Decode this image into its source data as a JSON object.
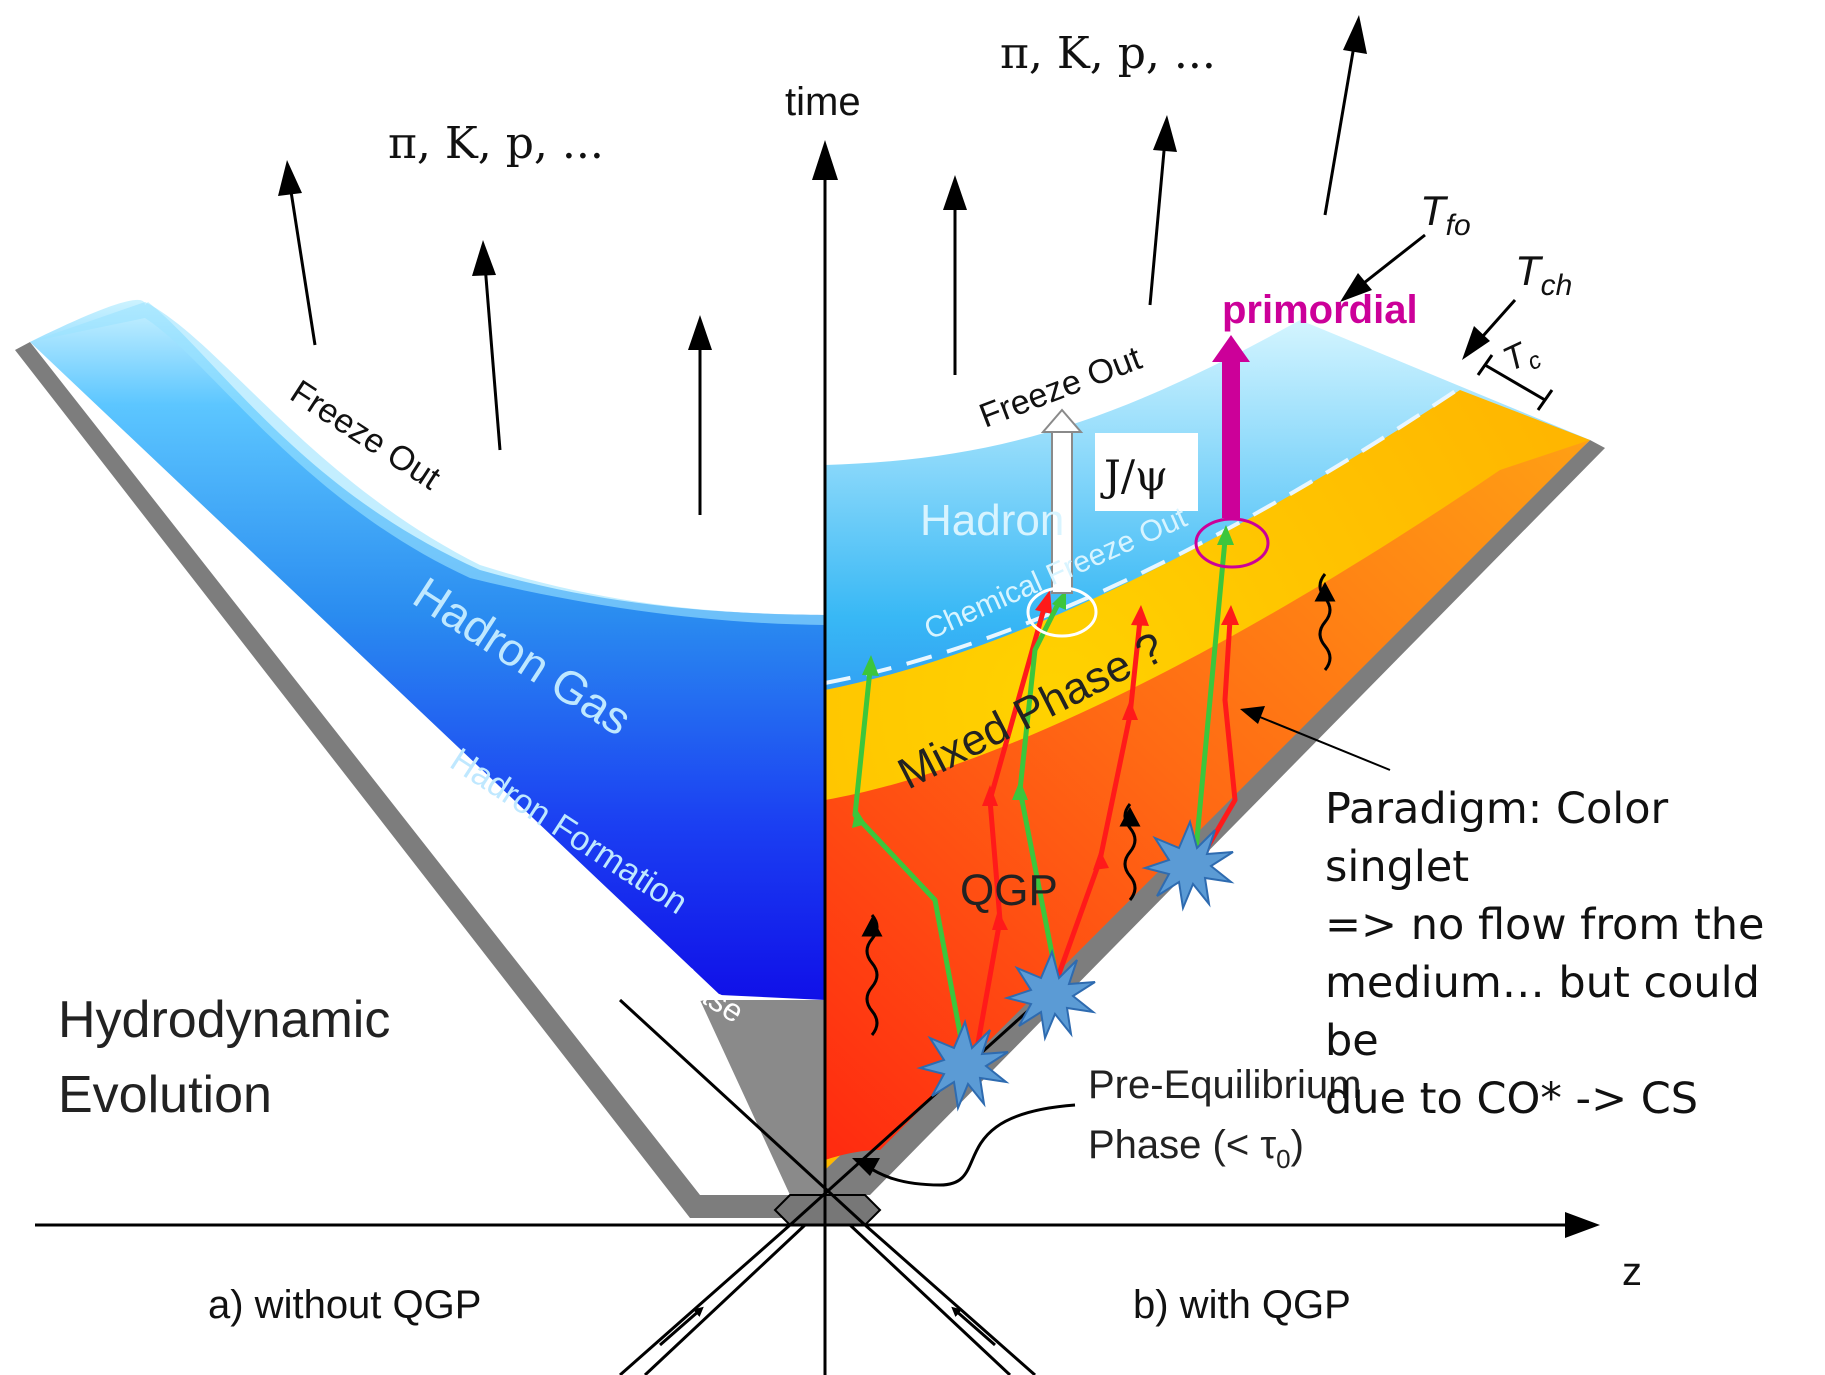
{
  "colors": {
    "hadron_top": "#c7f1ff",
    "hadron_mid": "#2aa7f0",
    "hadron_deep": "#1b1ef2",
    "gray_band": "#808080",
    "mixed": "#f6c400",
    "qgp_hot": "#ff3a12",
    "qgp_warm": "#ff8e10",
    "red_track": "#ff1a1a",
    "green_track": "#3cc63c",
    "primordial": "#cc0099",
    "star": "#5b9bd5"
  },
  "labels": {
    "time": "time",
    "z_axis": "z",
    "particles_left": "π, K, p, ...",
    "particles_right": "π, K, p, ...",
    "freeze_out_left": "Freeze Out",
    "freeze_out_right": "Freeze Out",
    "hadron_gas": "Hadron Gas",
    "hadron_formation": "Hadron Formation",
    "pre_hadronic": "Pre-Hadronic Phase",
    "hydro_line1": "Hydrodynamic",
    "hydro_line2": "Evolution",
    "without_qgp": "a) without QGP",
    "with_qgp": "b) with QGP",
    "pre_eq_line1": "Pre-Equilibrium",
    "pre_eq_line2": "Phase (< τ",
    "pre_eq_sub": "0",
    "pre_eq_close": ")",
    "hadron_right": "Hadron",
    "chemical_freeze_out": "Chemical Freeze Out",
    "mixed_phase": "Mixed Phase ?",
    "qgp": "QGP",
    "t_fo": "T",
    "t_fo_sub": "fo",
    "t_ch": "T",
    "t_ch_sub": "ch",
    "t_c": "T",
    "t_c_sub": "c",
    "primordial": "primordial",
    "jpsi": "J/ψ"
  },
  "callout": {
    "line1": "Paradigm: Color singlet",
    "line2": "=> no flow from the",
    "line3": "medium… but could be",
    "line4": "due to CO* -> CS"
  }
}
